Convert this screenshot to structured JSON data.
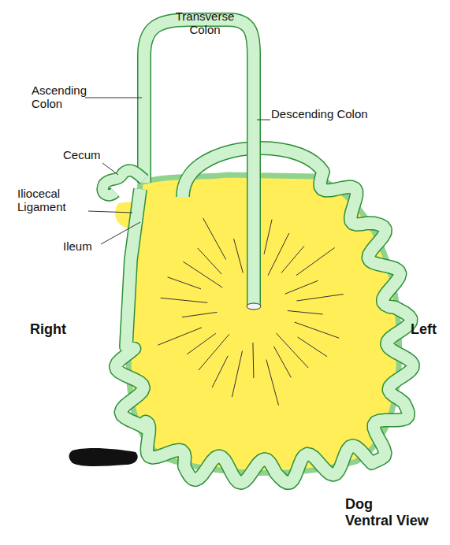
{
  "diagram": {
    "labels": [
      "Transverse Colon",
      "Ascending Colon",
      "Descending Colon",
      "Cecum",
      "Iliocecal Ligament",
      "Ileum",
      "Right",
      "Left",
      "Dog",
      "Ventral View"
    ]
  }
}
